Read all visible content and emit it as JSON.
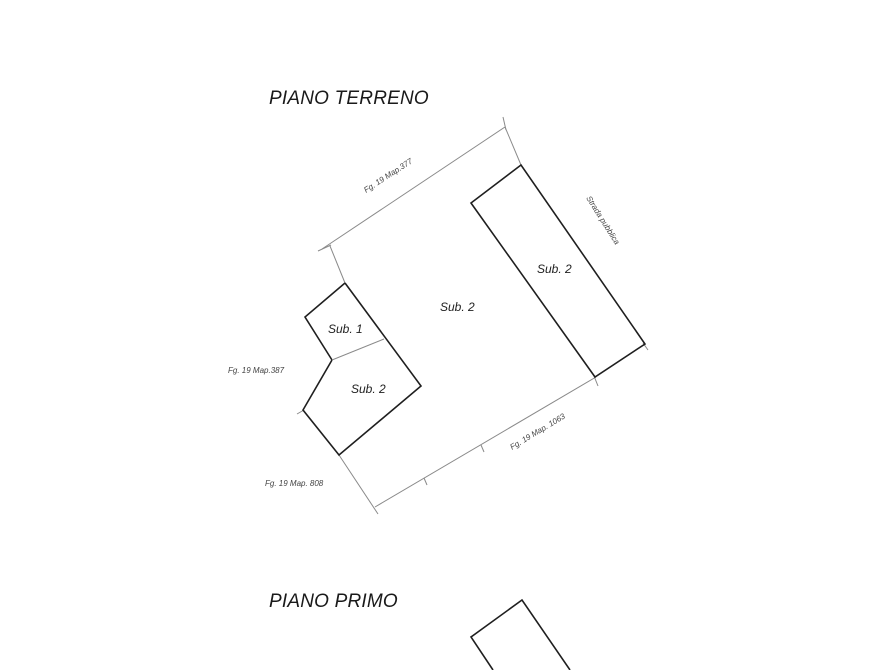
{
  "drawing": {
    "background": "#ffffff",
    "line_color": "#1f1f1f",
    "boundary_color": "#8a8a8a"
  },
  "ground_floor": {
    "title": "PIANO TERRENO",
    "units": [
      {
        "id": "sub1",
        "label": "Sub. 1"
      },
      {
        "id": "sub2_main",
        "label": "Sub. 2"
      },
      {
        "id": "sub2_strip",
        "label": "Sub. 2"
      },
      {
        "id": "sub2_small",
        "label": "Sub. 2"
      }
    ],
    "neighbors": {
      "north": "Fg. 19 Map.377",
      "west": "Fg. 19 Map.387",
      "southwest": "Fg. 19 Map. 808",
      "southeast": "Fg. 19 Map. 1063",
      "east": "Strada pubblica"
    }
  },
  "first_floor": {
    "title": "PIANO PRIMO"
  }
}
